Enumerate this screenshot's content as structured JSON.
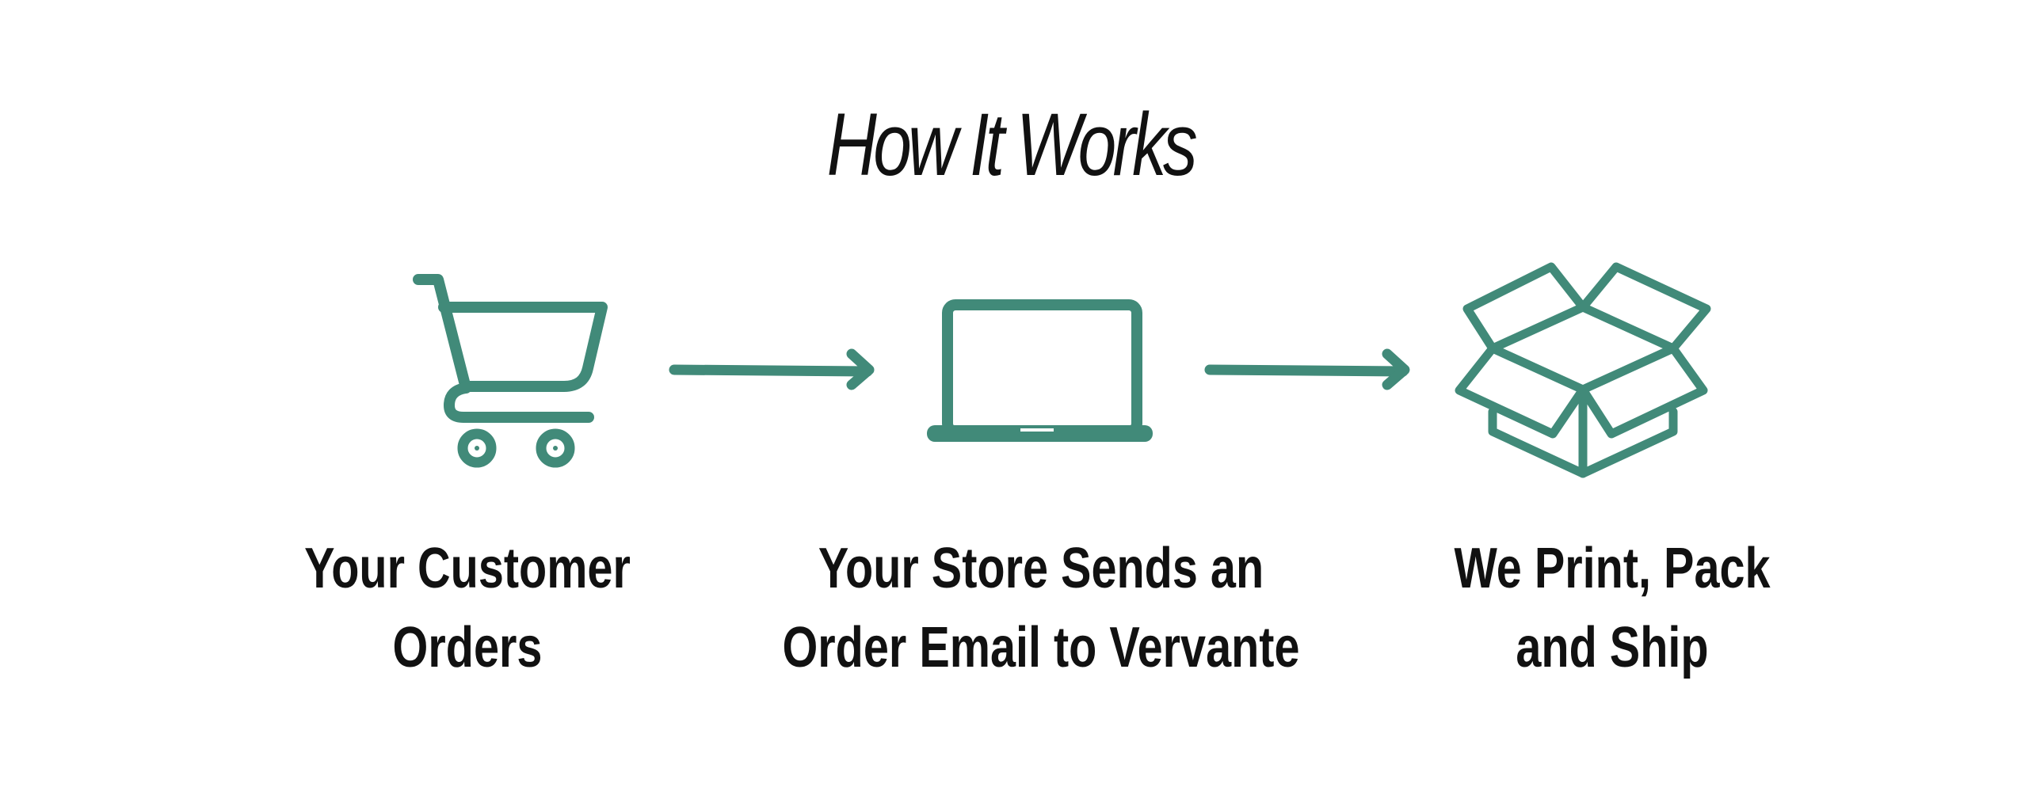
{
  "title": "How It Works",
  "accent_color": "#418a79",
  "text_color": "#111111",
  "steps": [
    {
      "icon": "shopping-cart-icon",
      "line1": "Your Customer",
      "line2": "Orders"
    },
    {
      "icon": "laptop-icon",
      "line1": "Your Store Sends an",
      "line2": "Order Email to Vervante"
    },
    {
      "icon": "open-box-icon",
      "line1": "We Print, Pack",
      "line2": "and Ship"
    }
  ],
  "connectors": [
    "arrow-right-icon",
    "arrow-right-icon"
  ]
}
